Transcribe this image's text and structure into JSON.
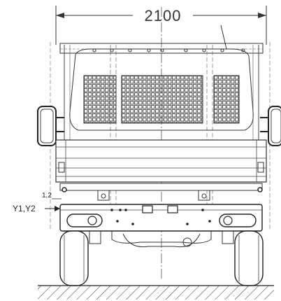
{
  "dimension": {
    "width_label": "2100"
  },
  "annotations": {
    "point_label": "1,2",
    "axis_label": "Y1,Y2"
  }
}
